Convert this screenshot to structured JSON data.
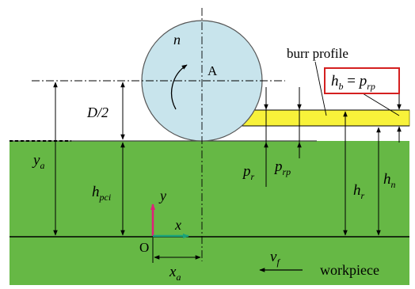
{
  "labels": {
    "rotation": "n",
    "center": "A",
    "burr_profile": "burr profile",
    "half_diameter": "D/2",
    "y_a": "y",
    "y_a_sub": "a",
    "h_pci": "h",
    "h_pci_sub": "pci",
    "axis_y": "y",
    "axis_x": "x",
    "origin": "O",
    "x_a": "x",
    "x_a_sub": "a",
    "p_r": "p",
    "p_r_sub": "r",
    "p_rp": "p",
    "p_rp_sub": "rp",
    "h_r": "h",
    "h_r_sub": "r",
    "h_n": "h",
    "h_n_sub": "n",
    "v_f": "v",
    "v_f_sub": "f",
    "workpiece": "workpiece",
    "box_lhs": "h",
    "box_lhs_sub": "b",
    "box_eq": " = ",
    "box_rhs": "p",
    "box_rhs_sub": "rp"
  },
  "colors": {
    "workpiece": "#66b845",
    "burr": "#f8f23a",
    "wheel": "#c8e4ec",
    "axis_y": "#e0207a",
    "axis_x": "#1aa37a",
    "box": "#d42020"
  }
}
